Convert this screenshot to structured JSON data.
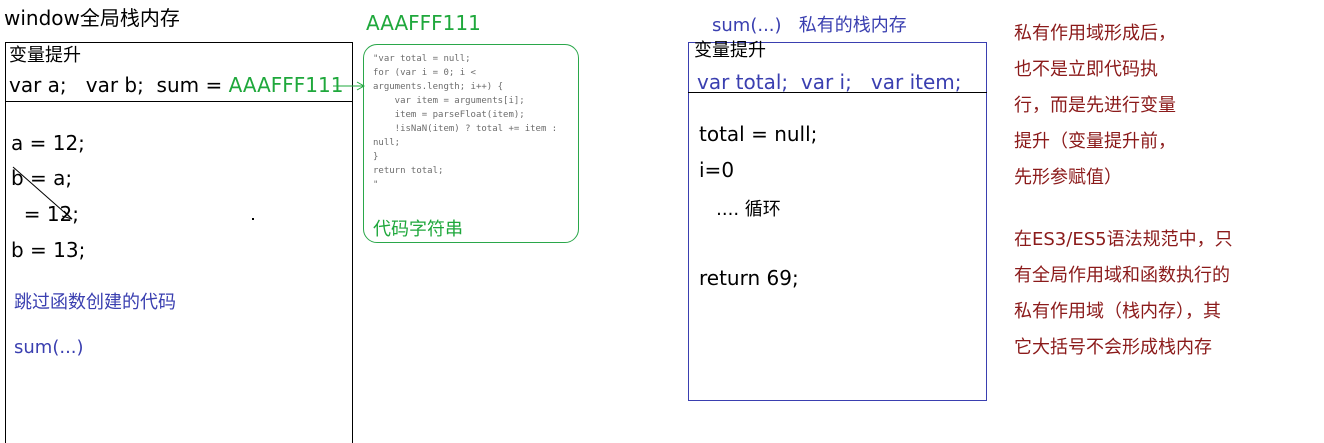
{
  "global": {
    "title": "window全局栈内存",
    "hoist_label": "变量提升",
    "declare_prefix": "var a;   var b;  sum = ",
    "declare_value": "AAAFFF111",
    "lines": [
      "a = 12;",
      "b = a;",
      "  = 12;",
      "b = 13;"
    ],
    "skip_note": "跳过函数创建的代码",
    "call": "sum(...)"
  },
  "heap": {
    "address": "AAAFFF111",
    "caption": "代码字符串",
    "code_lines": [
      "\"var total = null;",
      "for (var i = 0; i <",
      "arguments.length; i++) {",
      "    var item = arguments[i];",
      "    item = parseFloat(item);",
      "    !isNaN(item) ? total += item :",
      "null;",
      "}",
      "return total;",
      "\""
    ]
  },
  "private": {
    "title_call": "sum(...)",
    "title_label": "私有的栈内存",
    "hoist_label": "变量提升",
    "declare": "var total;  var i;   var item;",
    "lines": [
      "total = null;",
      "i=0",
      "   .... 循环",
      "return 69;"
    ]
  },
  "notes": {
    "note1": [
      "私有作用域形成后，",
      "也不是立即代码执",
      "行，而是先进行变量",
      "提升（变量提升前，",
      "先形参赋值）"
    ],
    "note2": [
      "在ES3/ES5语法规范中，只",
      "有全局作用域和函数执行的",
      "私有作用域（栈内存），其",
      "它大括号不会形成栈内存"
    ]
  },
  "colors": {
    "green": "#1fa83c",
    "blue": "#3a3fb0",
    "red": "#8b1a1a"
  }
}
